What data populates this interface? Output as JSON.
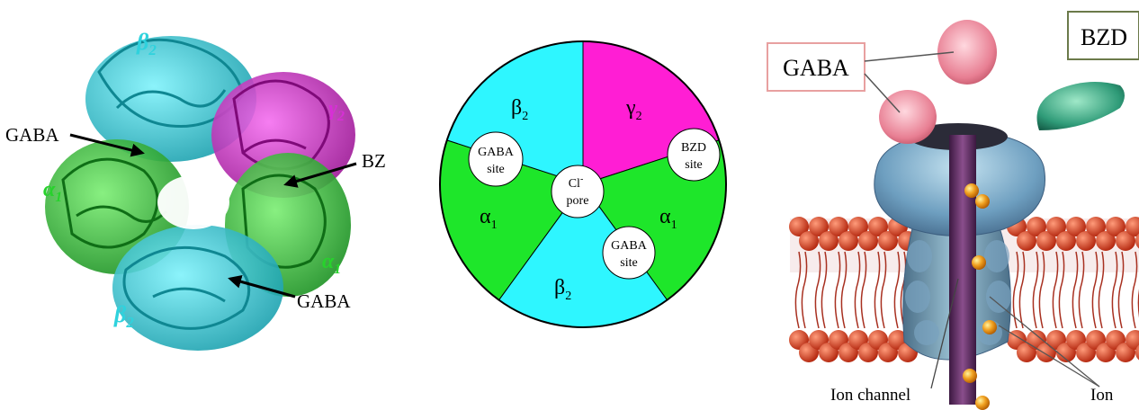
{
  "colors": {
    "cyan": "#2ef6ff",
    "magenta": "#ff1ed4",
    "green": "#1ee62a",
    "protein_cyan": "#22b8c6",
    "protein_magenta": "#c51cc4",
    "protein_green": "#22b82a",
    "membrane_red": "#d83a1e",
    "box_pink": "#e8a0a0",
    "box_olive": "#6b7a4a"
  },
  "structure": {
    "beta2_top": "β",
    "beta2_top_sub": "2",
    "gamma2": "γ",
    "gamma2_sub": "2",
    "alpha1_left": "α",
    "alpha1_left_sub": "1",
    "alpha1_right": "α",
    "alpha1_right_sub": "1",
    "beta2_bottom": "β",
    "beta2_bottom_sub": "2",
    "gaba_top": "GABA",
    "bz": "BZ",
    "gaba_bottom": "GABA"
  },
  "wheel": {
    "beta2_top": "β",
    "beta2_top_sub": "2",
    "gamma2": "γ",
    "gamma2_sub": "2",
    "alpha1_left": "α",
    "alpha1_left_sub": "1",
    "alpha1_right": "α",
    "alpha1_right_sub": "1",
    "beta2_bottom": "β",
    "beta2_bottom_sub": "2",
    "gaba_site_left_1": "GABA",
    "gaba_site_left_2": "site",
    "bzd_site_1": "BZD",
    "bzd_site_2": "site",
    "pore_1": "Cl",
    "pore_sup": "-",
    "pore_2": "pore",
    "gaba_site_right_1": "GABA",
    "gaba_site_right_2": "site"
  },
  "channel": {
    "gaba_box": "GABA",
    "bzd_box": "BZD",
    "ion_channel": "Ion channel",
    "ion": "Ion"
  }
}
